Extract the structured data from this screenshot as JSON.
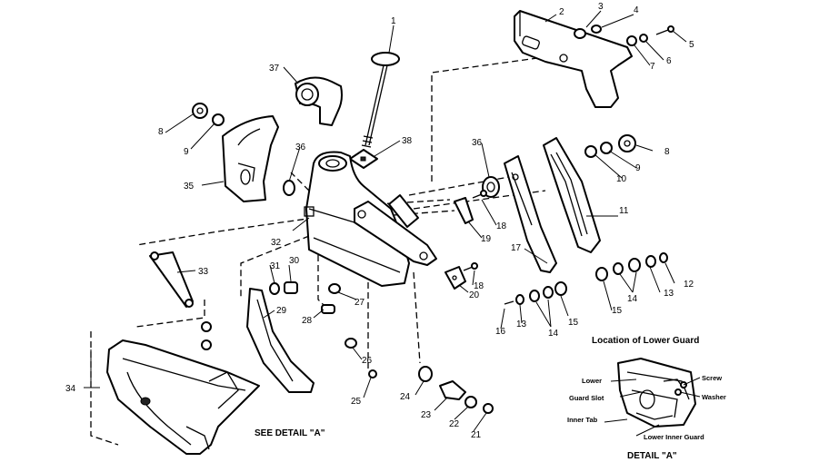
{
  "captions": {
    "see_detail": "SEE DETAIL \"A\"",
    "location_title": "Location of  Lower Guard",
    "detail_title": "DETAIL \"A\""
  },
  "detail_labels": {
    "lower_guard_slot_1": "Lower",
    "lower_guard_slot_2": "Guard Slot",
    "screw": "Screw",
    "washer": "Washer",
    "inner_tab": "Inner Tab",
    "lower_inner_guard": "Lower Inner Guard"
  },
  "callouts": {
    "c1": "1",
    "c2": "2",
    "c3": "3",
    "c4": "4",
    "c5": "5",
    "c6": "6",
    "c7": "7",
    "c8a": "8",
    "c9a": "9",
    "c8b": "8",
    "c9b": "9",
    "c10": "10",
    "c11": "11",
    "c12": "12",
    "c13a": "13",
    "c14a": "14",
    "c15a": "15",
    "c13b": "13",
    "c14b": "14",
    "c15b": "15",
    "c16": "16",
    "c17": "17",
    "c18a": "18",
    "c18b": "18",
    "c19": "19",
    "c20": "20",
    "c21": "21",
    "c22": "22",
    "c23": "23",
    "c24": "24",
    "c25": "25",
    "c26": "26",
    "c27": "27",
    "c28": "28",
    "c29": "29",
    "c30": "30",
    "c31": "31",
    "c32": "32",
    "c33": "33",
    "c34": "34",
    "c35": "35",
    "c36a": "36",
    "c36b": "36",
    "c37": "37",
    "c38": "38"
  }
}
